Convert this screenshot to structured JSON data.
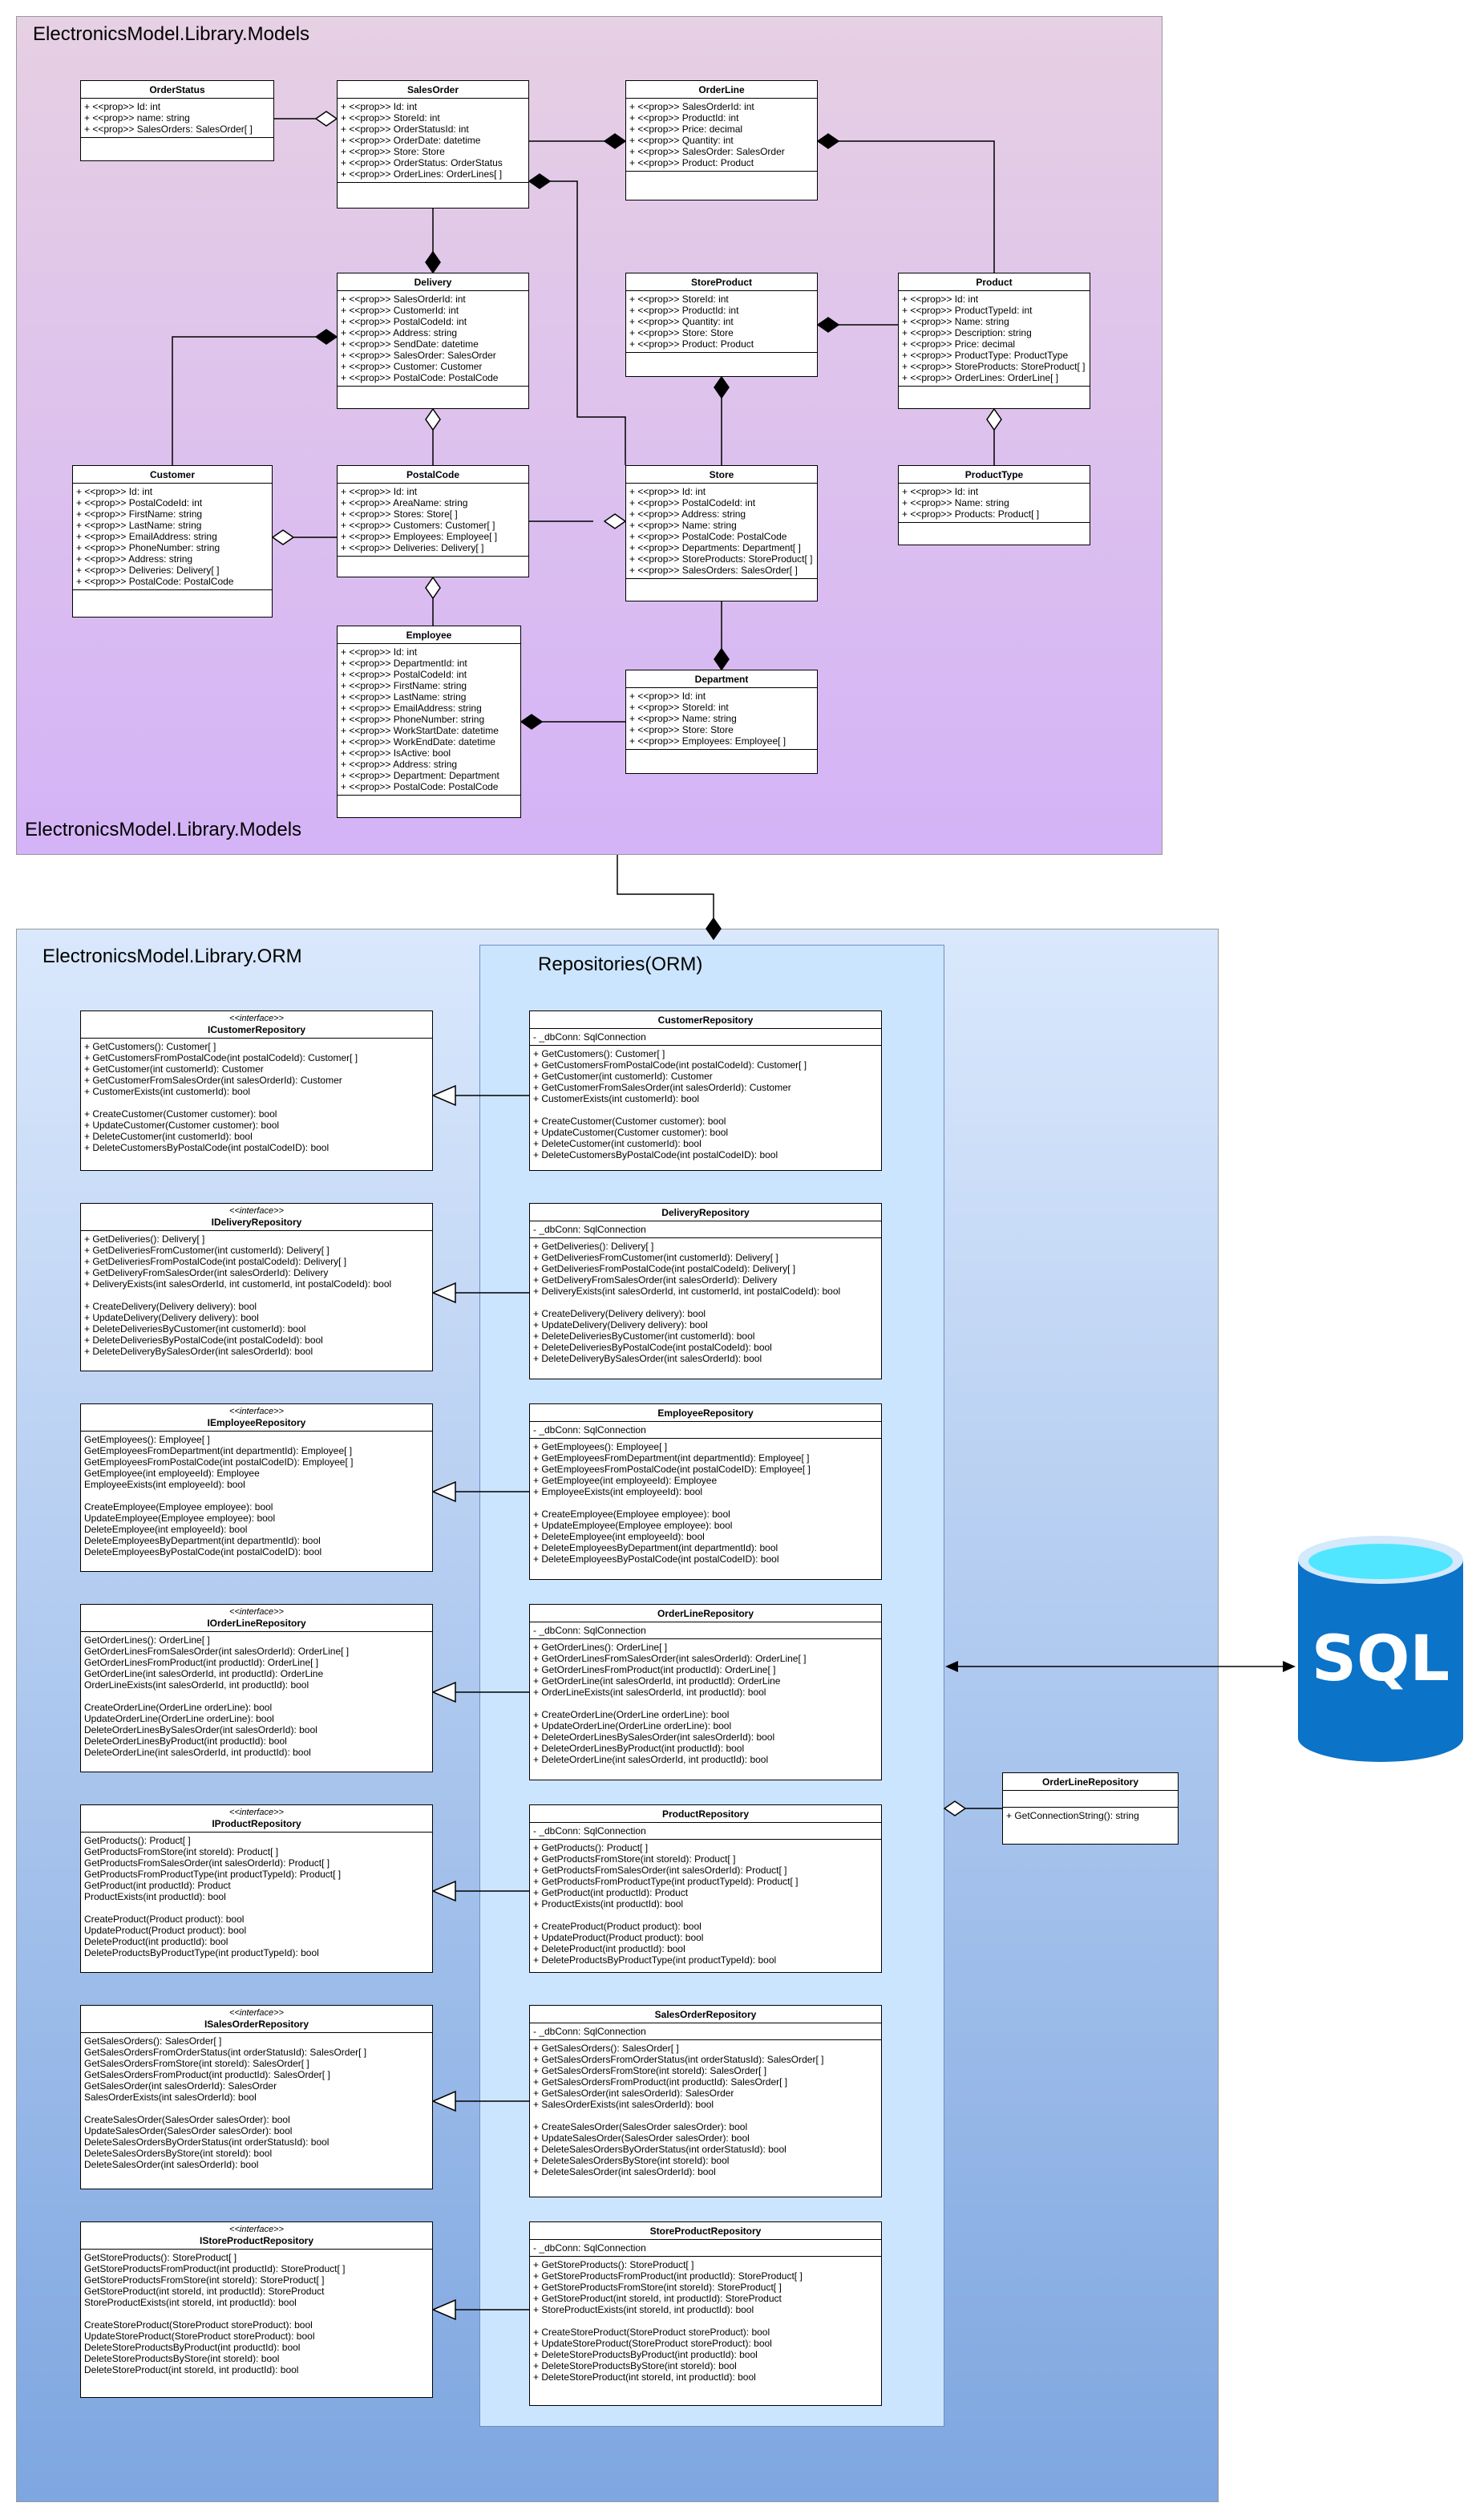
{
  "packages": {
    "models": "ElectronicsModel.Library.Models",
    "orm": "ElectronicsModel.Library.ORM",
    "repositories": "Repositories(ORM)"
  },
  "database": "SQL",
  "colors": {
    "models_top": "#e6d0e3",
    "models_bottom": "#d4b3f7",
    "orm_top": "#dae8fc",
    "orm_bottom": "#7ea6e0",
    "repos": "#cce5ff",
    "db_body": "#0b73c8",
    "db_top": "#50e6ff"
  },
  "models": {
    "orderstatus": {
      "name": "OrderStatus",
      "attrs": [
        "+ <<prop>> Id: int",
        "+ <<prop>> name: string",
        "+ <<prop>> SalesOrders: SalesOrder[ ]"
      ]
    },
    "salesorder": {
      "name": "SalesOrder",
      "attrs": [
        "+ <<prop>> Id: int",
        "+ <<prop>> StoreId: int",
        "+ <<prop>> OrderStatusId: int",
        "+ <<prop>> OrderDate: datetime",
        "+ <<prop>> Store: Store",
        "+ <<prop>> OrderStatus: OrderStatus",
        "+ <<prop>> OrderLines: OrderLines[ ]"
      ]
    },
    "orderline": {
      "name": "OrderLine",
      "attrs": [
        "+ <<prop>> SalesOrderId: int",
        "+ <<prop>> ProductId: int",
        "+ <<prop>> Price: decimal",
        "+ <<prop>> Quantity: int",
        "+ <<prop>> SalesOrder: SalesOrder",
        "+ <<prop>> Product: Product"
      ]
    },
    "delivery": {
      "name": "Delivery",
      "attrs": [
        "+ <<prop>> SalesOrderId: int",
        "+ <<prop>> CustomerId: int",
        "+ <<prop>> PostalCodeId: int",
        "+ <<prop>> Address: string",
        "+ <<prop>> SendDate: datetime",
        "+ <<prop>> SalesOrder: SalesOrder",
        "+ <<prop>> Customer: Customer",
        "+ <<prop>> PostalCode: PostalCode"
      ]
    },
    "storeproduct": {
      "name": "StoreProduct",
      "attrs": [
        "+ <<prop>> StoreId: int",
        "+ <<prop>> ProductId: int",
        "+ <<prop>> Quantity: int",
        "+ <<prop>> Store: Store",
        "+ <<prop>> Product: Product"
      ]
    },
    "product": {
      "name": "Product",
      "attrs": [
        "+ <<prop>> Id: int",
        "+ <<prop>> ProductTypeId: int",
        "+ <<prop>> Name: string",
        "+ <<prop>> Description: string",
        "+ <<prop>> Price: decimal",
        "+ <<prop>> ProductType: ProductType",
        "+ <<prop>> StoreProducts: StoreProduct[ ]",
        "+ <<prop>> OrderLines: OrderLine[ ]"
      ]
    },
    "customer": {
      "name": "Customer",
      "attrs": [
        "+ <<prop>> Id: int",
        "+ <<prop>> PostalCodeId: int",
        "+ <<prop>> FirstName: string",
        "+ <<prop>> LastName: string",
        "+ <<prop>> EmailAddress: string",
        "+ <<prop>> PhoneNumber: string",
        "+ <<prop>> Address: string",
        "+ <<prop>> Deliveries: Delivery[ ]",
        "+ <<prop>> PostalCode: PostalCode"
      ]
    },
    "postalcode": {
      "name": "PostalCode",
      "attrs": [
        "+ <<prop>> Id: int",
        "+ <<prop>> AreaName: string",
        "+ <<prop>> Stores: Store[ ]",
        "+ <<prop>> Customers: Customer[ ]",
        "+ <<prop>> Employees: Employee[ ]",
        "+ <<prop>> Deliveries: Delivery[ ]"
      ]
    },
    "store": {
      "name": "Store",
      "attrs": [
        "+ <<prop>> Id: int",
        "+ <<prop>> PostalCodeId: int",
        "+ <<prop>> Address: string",
        "+ <<prop>> Name: string",
        "+ <<prop>> PostalCode: PostalCode",
        "+ <<prop>> Departments: Department[ ]",
        "+ <<prop>> StoreProducts: StoreProduct[ ]",
        "+ <<prop>> SalesOrders: SalesOrder[ ]"
      ]
    },
    "producttype": {
      "name": "ProductType",
      "attrs": [
        "+ <<prop>> Id: int",
        "+ <<prop>> Name: string",
        "+ <<prop>> Products: Product[ ]"
      ]
    },
    "employee": {
      "name": "Employee",
      "attrs": [
        "+ <<prop>> Id: int",
        "+ <<prop>> DepartmentId: int",
        "+ <<prop>> PostalCodeId: int",
        "+ <<prop>> FirstName: string",
        "+ <<prop>> LastName: string",
        "+ <<prop>> EmailAddress: string",
        "+ <<prop>> PhoneNumber: string",
        "+ <<prop>> WorkStartDate: datetime",
        "+ <<prop>> WorkEndDate: datetime",
        "+ <<prop>> IsActive: bool",
        "+ <<prop>> Address: string",
        "+ <<prop>> Department: Department",
        "+ <<prop>> PostalCode: PostalCode"
      ]
    },
    "department": {
      "name": "Department",
      "attrs": [
        "+ <<prop>> Id: int",
        "+ <<prop>> StoreId: int",
        "+ <<prop>> Name: string",
        "+ <<prop>> Store: Store",
        "+ <<prop>> Employees: Employee[ ]"
      ]
    }
  },
  "interfaces": {
    "stereotype": "<<interface>>",
    "icustomer": {
      "name": "ICustomerRepository",
      "methods": [
        "+ GetCustomers(): Customer[ ]",
        "+ GetCustomersFromPostalCode(int postalCodeId): Customer[ ]",
        "+ GetCustomer(int customerId): Customer",
        "+ GetCustomerFromSalesOrder(int salesOrderId): Customer",
        "+ CustomerExists(int customerId): bool",
        "",
        "+ CreateCustomer(Customer customer): bool",
        "+ UpdateCustomer(Customer customer): bool",
        "+ DeleteCustomer(int customerId): bool",
        "+ DeleteCustomersByPostalCode(int postalCodeID): bool"
      ]
    },
    "idelivery": {
      "name": "IDeliveryRepository",
      "methods": [
        "+ GetDeliveries(): Delivery[ ]",
        "+ GetDeliveriesFromCustomer(int customerId): Delivery[ ]",
        "+ GetDeliveriesFromPostalCode(int postalCodeId): Delivery[ ]",
        "+ GetDeliveryFromSalesOrder(int salesOrderId): Delivery",
        "+ DeliveryExists(int salesOrderId, int customerId, int postalCodeId): bool",
        "",
        "+ CreateDelivery(Delivery delivery): bool",
        "+ UpdateDelivery(Delivery delivery): bool",
        "+ DeleteDeliveriesByCustomer(int customerId): bool",
        "+ DeleteDeliveriesByPostalCode(int postalCodeId): bool",
        "+ DeleteDeliveryBySalesOrder(int salesOrderId): bool"
      ]
    },
    "iemployee": {
      "name": "IEmployeeRepository",
      "methods": [
        "GetEmployees(): Employee[ ]",
        "GetEmployeesFromDepartment(int departmentId): Employee[ ]",
        "GetEmployeesFromPostalCode(int postalCodeID): Employee[ ]",
        "GetEmployee(int employeeId): Employee",
        "EmployeeExists(int employeeId): bool",
        "",
        "CreateEmployee(Employee employee): bool",
        "UpdateEmployee(Employee employee): bool",
        "DeleteEmployee(int employeeId): bool",
        "DeleteEmployeesByDepartment(int departmentId): bool",
        "DeleteEmployeesByPostalCode(int postalCodeID): bool"
      ]
    },
    "iorderline": {
      "name": "IOrderLineRepository",
      "methods": [
        "GetOrderLines(): OrderLine[ ]",
        "GetOrderLinesFromSalesOrder(int salesOrderId): OrderLine[ ]",
        "GetOrderLinesFromProduct(int productId): OrderLine[ ]",
        "GetOrderLine(int salesOrderId, int productId): OrderLine",
        "OrderLineExists(int salesOrderId, int productId): bool",
        "",
        "CreateOrderLine(OrderLine orderLine): bool",
        "UpdateOrderLine(OrderLine orderLine): bool",
        "DeleteOrderLinesBySalesOrder(int salesOrderId): bool",
        "DeleteOrderLinesByProduct(int productId): bool",
        "DeleteOrderLine(int salesOrderId, int productId): bool"
      ]
    },
    "iproduct": {
      "name": "IProductRepository",
      "methods": [
        "GetProducts(): Product[ ]",
        "GetProductsFromStore(int storeId): Product[ ]",
        "GetProductsFromSalesOrder(int salesOrderId): Product[ ]",
        "GetProductsFromProductType(int productTypeId): Product[ ]",
        "GetProduct(int productId): Product",
        "ProductExists(int productId): bool",
        "",
        "CreateProduct(Product product): bool",
        "UpdateProduct(Product product): bool",
        "DeleteProduct(int productId): bool",
        "DeleteProductsByProductType(int productTypeId): bool"
      ]
    },
    "isalesorder": {
      "name": "ISalesOrderRepository",
      "methods": [
        "GetSalesOrders(): SalesOrder[ ]",
        "GetSalesOrdersFromOrderStatus(int orderStatusId): SalesOrder[ ]",
        "GetSalesOrdersFromStore(int storeId): SalesOrder[ ]",
        "GetSalesOrdersFromProduct(int productId): SalesOrder[ ]",
        "GetSalesOrder(int salesOrderId): SalesOrder",
        "SalesOrderExists(int salesOrderId): bool",
        "",
        "CreateSalesOrder(SalesOrder salesOrder): bool",
        "UpdateSalesOrder(SalesOrder salesOrder): bool",
        "DeleteSalesOrdersByOrderStatus(int orderStatusId): bool",
        "DeleteSalesOrdersByStore(int storeId): bool",
        "DeleteSalesOrder(int salesOrderId): bool"
      ]
    },
    "istoreproduct": {
      "name": "IStoreProductRepository",
      "methods": [
        "GetStoreProducts(): StoreProduct[ ]",
        "GetStoreProductsFromProduct(int productId): StoreProduct[ ]",
        "GetStoreProductsFromStore(int storeId): StoreProduct[ ]",
        "GetStoreProduct(int storeId, int productId): StoreProduct",
        "StoreProductExists(int storeId, int productId): bool",
        "",
        "CreateStoreProduct(StoreProduct storeProduct): bool",
        "UpdateStoreProduct(StoreProduct storeProduct): bool",
        "DeleteStoreProductsByProduct(int productId): bool",
        "DeleteStoreProductsByStore(int storeId): bool",
        "DeleteStoreProduct(int storeId, int productId): bool"
      ]
    }
  },
  "repositories": {
    "field": "- _dbConn: SqlConnection",
    "customer": {
      "name": "CustomerRepository",
      "methods": [
        "+ GetCustomers(): Customer[ ]",
        "+ GetCustomersFromPostalCode(int postalCodeId): Customer[ ]",
        "+ GetCustomer(int customerId): Customer",
        "+ GetCustomerFromSalesOrder(int salesOrderId): Customer",
        "+ CustomerExists(int customerId): bool",
        "",
        "+ CreateCustomer(Customer customer): bool",
        "+ UpdateCustomer(Customer customer): bool",
        "+ DeleteCustomer(int customerId): bool",
        "+ DeleteCustomersByPostalCode(int postalCodeID): bool"
      ]
    },
    "delivery": {
      "name": "DeliveryRepository",
      "methods": [
        "+ GetDeliveries(): Delivery[ ]",
        "+ GetDeliveriesFromCustomer(int customerId): Delivery[ ]",
        "+ GetDeliveriesFromPostalCode(int postalCodeId): Delivery[ ]",
        "+ GetDeliveryFromSalesOrder(int salesOrderId): Delivery",
        "+ DeliveryExists(int salesOrderId, int customerId, int postalCodeId): bool",
        "",
        "+ CreateDelivery(Delivery delivery): bool",
        "+ UpdateDelivery(Delivery delivery): bool",
        "+ DeleteDeliveriesByCustomer(int customerId): bool",
        "+ DeleteDeliveriesByPostalCode(int postalCodeId): bool",
        "+ DeleteDeliveryBySalesOrder(int salesOrderId): bool"
      ]
    },
    "employee": {
      "name": "EmployeeRepository",
      "methods": [
        "+ GetEmployees(): Employee[ ]",
        "+ GetEmployeesFromDepartment(int departmentId): Employee[ ]",
        "+ GetEmployeesFromPostalCode(int postalCodeID): Employee[ ]",
        "+ GetEmployee(int employeeId): Employee",
        "+ EmployeeExists(int employeeId): bool",
        "",
        "+ CreateEmployee(Employee employee): bool",
        "+ UpdateEmployee(Employee employee): bool",
        "+ DeleteEmployee(int employeeId): bool",
        "+ DeleteEmployeesByDepartment(int departmentId): bool",
        "+ DeleteEmployeesByPostalCode(int postalCodeID): bool"
      ]
    },
    "orderline": {
      "name": "OrderLineRepository",
      "methods": [
        "+ GetOrderLines(): OrderLine[ ]",
        "+ GetOrderLinesFromSalesOrder(int salesOrderId): OrderLine[ ]",
        "+ GetOrderLinesFromProduct(int productId): OrderLine[ ]",
        "+ GetOrderLine(int salesOrderId, int productId): OrderLine",
        "+ OrderLineExists(int salesOrderId, int productId): bool",
        "",
        "+ CreateOrderLine(OrderLine orderLine): bool",
        "+ UpdateOrderLine(OrderLine orderLine): bool",
        "+ DeleteOrderLinesBySalesOrder(int salesOrderId): bool",
        "+ DeleteOrderLinesByProduct(int productId): bool",
        "+ DeleteOrderLine(int salesOrderId, int productId): bool"
      ]
    },
    "product": {
      "name": "ProductRepository",
      "methods": [
        "+ GetProducts(): Product[ ]",
        "+ GetProductsFromStore(int storeId): Product[ ]",
        "+ GetProductsFromSalesOrder(int salesOrderId): Product[ ]",
        "+ GetProductsFromProductType(int productTypeId): Product[ ]",
        "+ GetProduct(int productId): Product",
        "+ ProductExists(int productId): bool",
        "",
        "+ CreateProduct(Product product): bool",
        "+ UpdateProduct(Product product): bool",
        "+ DeleteProduct(int productId): bool",
        "+ DeleteProductsByProductType(int productTypeId): bool"
      ]
    },
    "salesorder": {
      "name": "SalesOrderRepository",
      "methods": [
        "+ GetSalesOrders(): SalesOrder[ ]",
        "+ GetSalesOrdersFromOrderStatus(int orderStatusId): SalesOrder[ ]",
        "+ GetSalesOrdersFromStore(int storeId): SalesOrder[ ]",
        "+ GetSalesOrdersFromProduct(int productId): SalesOrder[ ]",
        "+ GetSalesOrder(int salesOrderId): SalesOrder",
        "+ SalesOrderExists(int salesOrderId): bool",
        "",
        "+ CreateSalesOrder(SalesOrder salesOrder): bool",
        "+ UpdateSalesOrder(SalesOrder salesOrder): bool",
        "+ DeleteSalesOrdersByOrderStatus(int orderStatusId): bool",
        "+ DeleteSalesOrdersByStore(int storeId): bool",
        "+ DeleteSalesOrder(int salesOrderId): bool"
      ]
    },
    "storeproduct": {
      "name": "StoreProductRepository",
      "methods": [
        "+ GetStoreProducts(): StoreProduct[ ]",
        "+ GetStoreProductsFromProduct(int productId): StoreProduct[ ]",
        "+ GetStoreProductsFromStore(int storeId): StoreProduct[ ]",
        "+ GetStoreProduct(int storeId, int productId): StoreProduct",
        "+ StoreProductExists(int storeId, int productId): bool",
        "",
        "+ CreateStoreProduct(StoreProduct storeProduct): bool",
        "+ UpdateStoreProduct(StoreProduct storeProduct): bool",
        "+ DeleteStoreProductsByProduct(int productId): bool",
        "+ DeleteStoreProductsByStore(int storeId): bool",
        "+ DeleteStoreProduct(int storeId, int productId): bool"
      ]
    }
  },
  "connection": {
    "name": "OrderLineRepository",
    "methods": [
      "+ GetConnectionString(): string"
    ]
  }
}
